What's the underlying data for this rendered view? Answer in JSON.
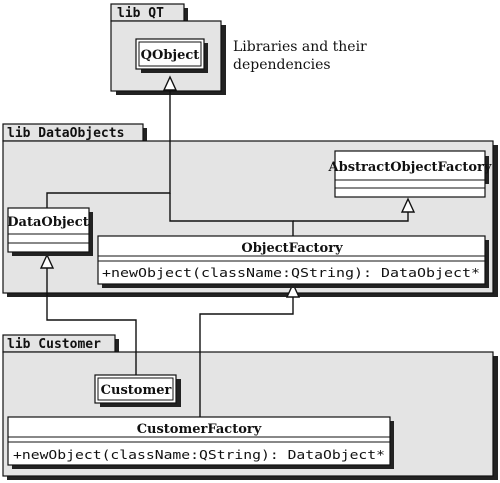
{
  "caption": {
    "line1": "Libraries and their",
    "line2": "dependencies"
  },
  "packages": {
    "qt": {
      "label": "lib QT"
    },
    "dataobjects": {
      "label": "lib DataObjects"
    },
    "customer": {
      "label": "lib Customer"
    }
  },
  "classes": {
    "qobject": {
      "name": "QObject"
    },
    "abstract_factory": {
      "name": "AbstractObjectFactory"
    },
    "dataobject": {
      "name": "DataObject"
    },
    "objectfactory": {
      "name": "ObjectFactory",
      "method": "+newObject(className:QString): DataObject*"
    },
    "customer": {
      "name": "Customer"
    },
    "customerfactory": {
      "name": "CustomerFactory",
      "method": "+newObject(className:QString): DataObject*"
    }
  },
  "colors": {
    "package_fill": "#e4e4e4",
    "shadow": "#222222",
    "line": "#111111",
    "class_fill": "#ffffff"
  }
}
